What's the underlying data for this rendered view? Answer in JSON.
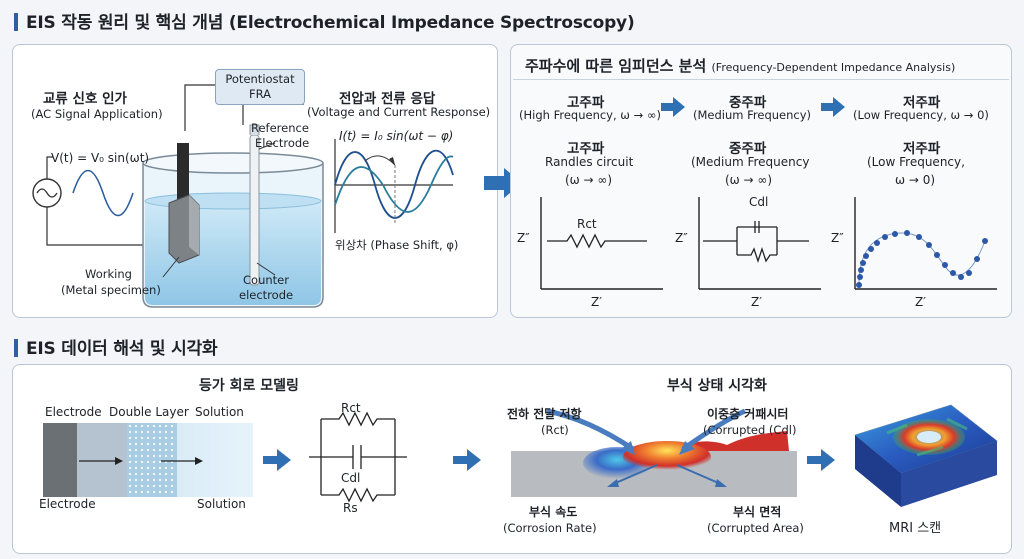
{
  "title_top": "EIS 작동 원리 및 핵심 개념 (Electrochemical Impedance Spectroscopy)",
  "title_bottom": "EIS 데이터 해석 및 시각화",
  "setup": {
    "ac_title": "교류 신호 인가",
    "ac_sub": "(AC Signal Application)",
    "voltage_eq": "V(t) = V₀ sin(ωt)",
    "potentiostat_1": "Potentiostat",
    "potentiostat_2": "FRA",
    "reference_1": "Reference",
    "reference_2": "Electrode",
    "working_1": "Working",
    "working_2": "(Metal specimen)",
    "counter_1": "Counter",
    "counter_2": "electrode",
    "response_title": "전압과 전류 응답",
    "response_sub": "(Voltage and Current Response)",
    "current_eq": "I(t) = I₀ sin(ωt − φ)",
    "phase_shift": "위상차 (Phase Shift, φ)"
  },
  "freq": {
    "title": "주파수에 따른 임피던스 분석",
    "title_sub": "(Frequency-Dependent Impedance Analysis)",
    "high_h": "고주파",
    "high_h_sub": "(High Frequency, ω → ∞)",
    "mid_h": "중주파",
    "mid_h_sub": "(Medium Frequency)",
    "low_h": "저주파",
    "low_h_sub": "(Low Frequency, ω → 0)",
    "high_2": "고주파",
    "high_2a": "Randles circuit",
    "high_2b": "(ω → ∞)",
    "mid_2": "중주파",
    "mid_2a": "(Medium Frequency",
    "mid_2b": "(ω → ∞)",
    "low_2": "저주파",
    "low_2a": "(Low Frequency,",
    "low_2b": "ω → 0)",
    "axis_y": "Z″",
    "axis_x": "Z′",
    "rct": "Rct",
    "cdl": "Cdl"
  },
  "bottom": {
    "model_title": "등가 회로 모델링",
    "electrode": "Electrode",
    "double_layer": "Double Layer",
    "solution": "Solution",
    "electrode_b": "Electrode",
    "solution_b": "Solution",
    "rct": "Rct",
    "cdl": "Cdl",
    "rs": "Rs",
    "corr_title": "부식 상태 시각화",
    "ct_res": "전하 전달 저항",
    "ct_res_sub": "(Rct)",
    "dl_cap": "이중층 커패시터",
    "dl_cap_sub": "(Corrupted (Cdl)",
    "corr_rate": "부식 속도",
    "corr_rate_sub": "(Corrosion Rate)",
    "corr_area": "부식 면적",
    "corr_area_sub": "(Corrupted Area)",
    "mri": "MRI 스캔"
  },
  "colors": {
    "accent": "#2f6fb3",
    "panel_border": "#b9c7d8",
    "liquid": "#a9d6ee"
  }
}
